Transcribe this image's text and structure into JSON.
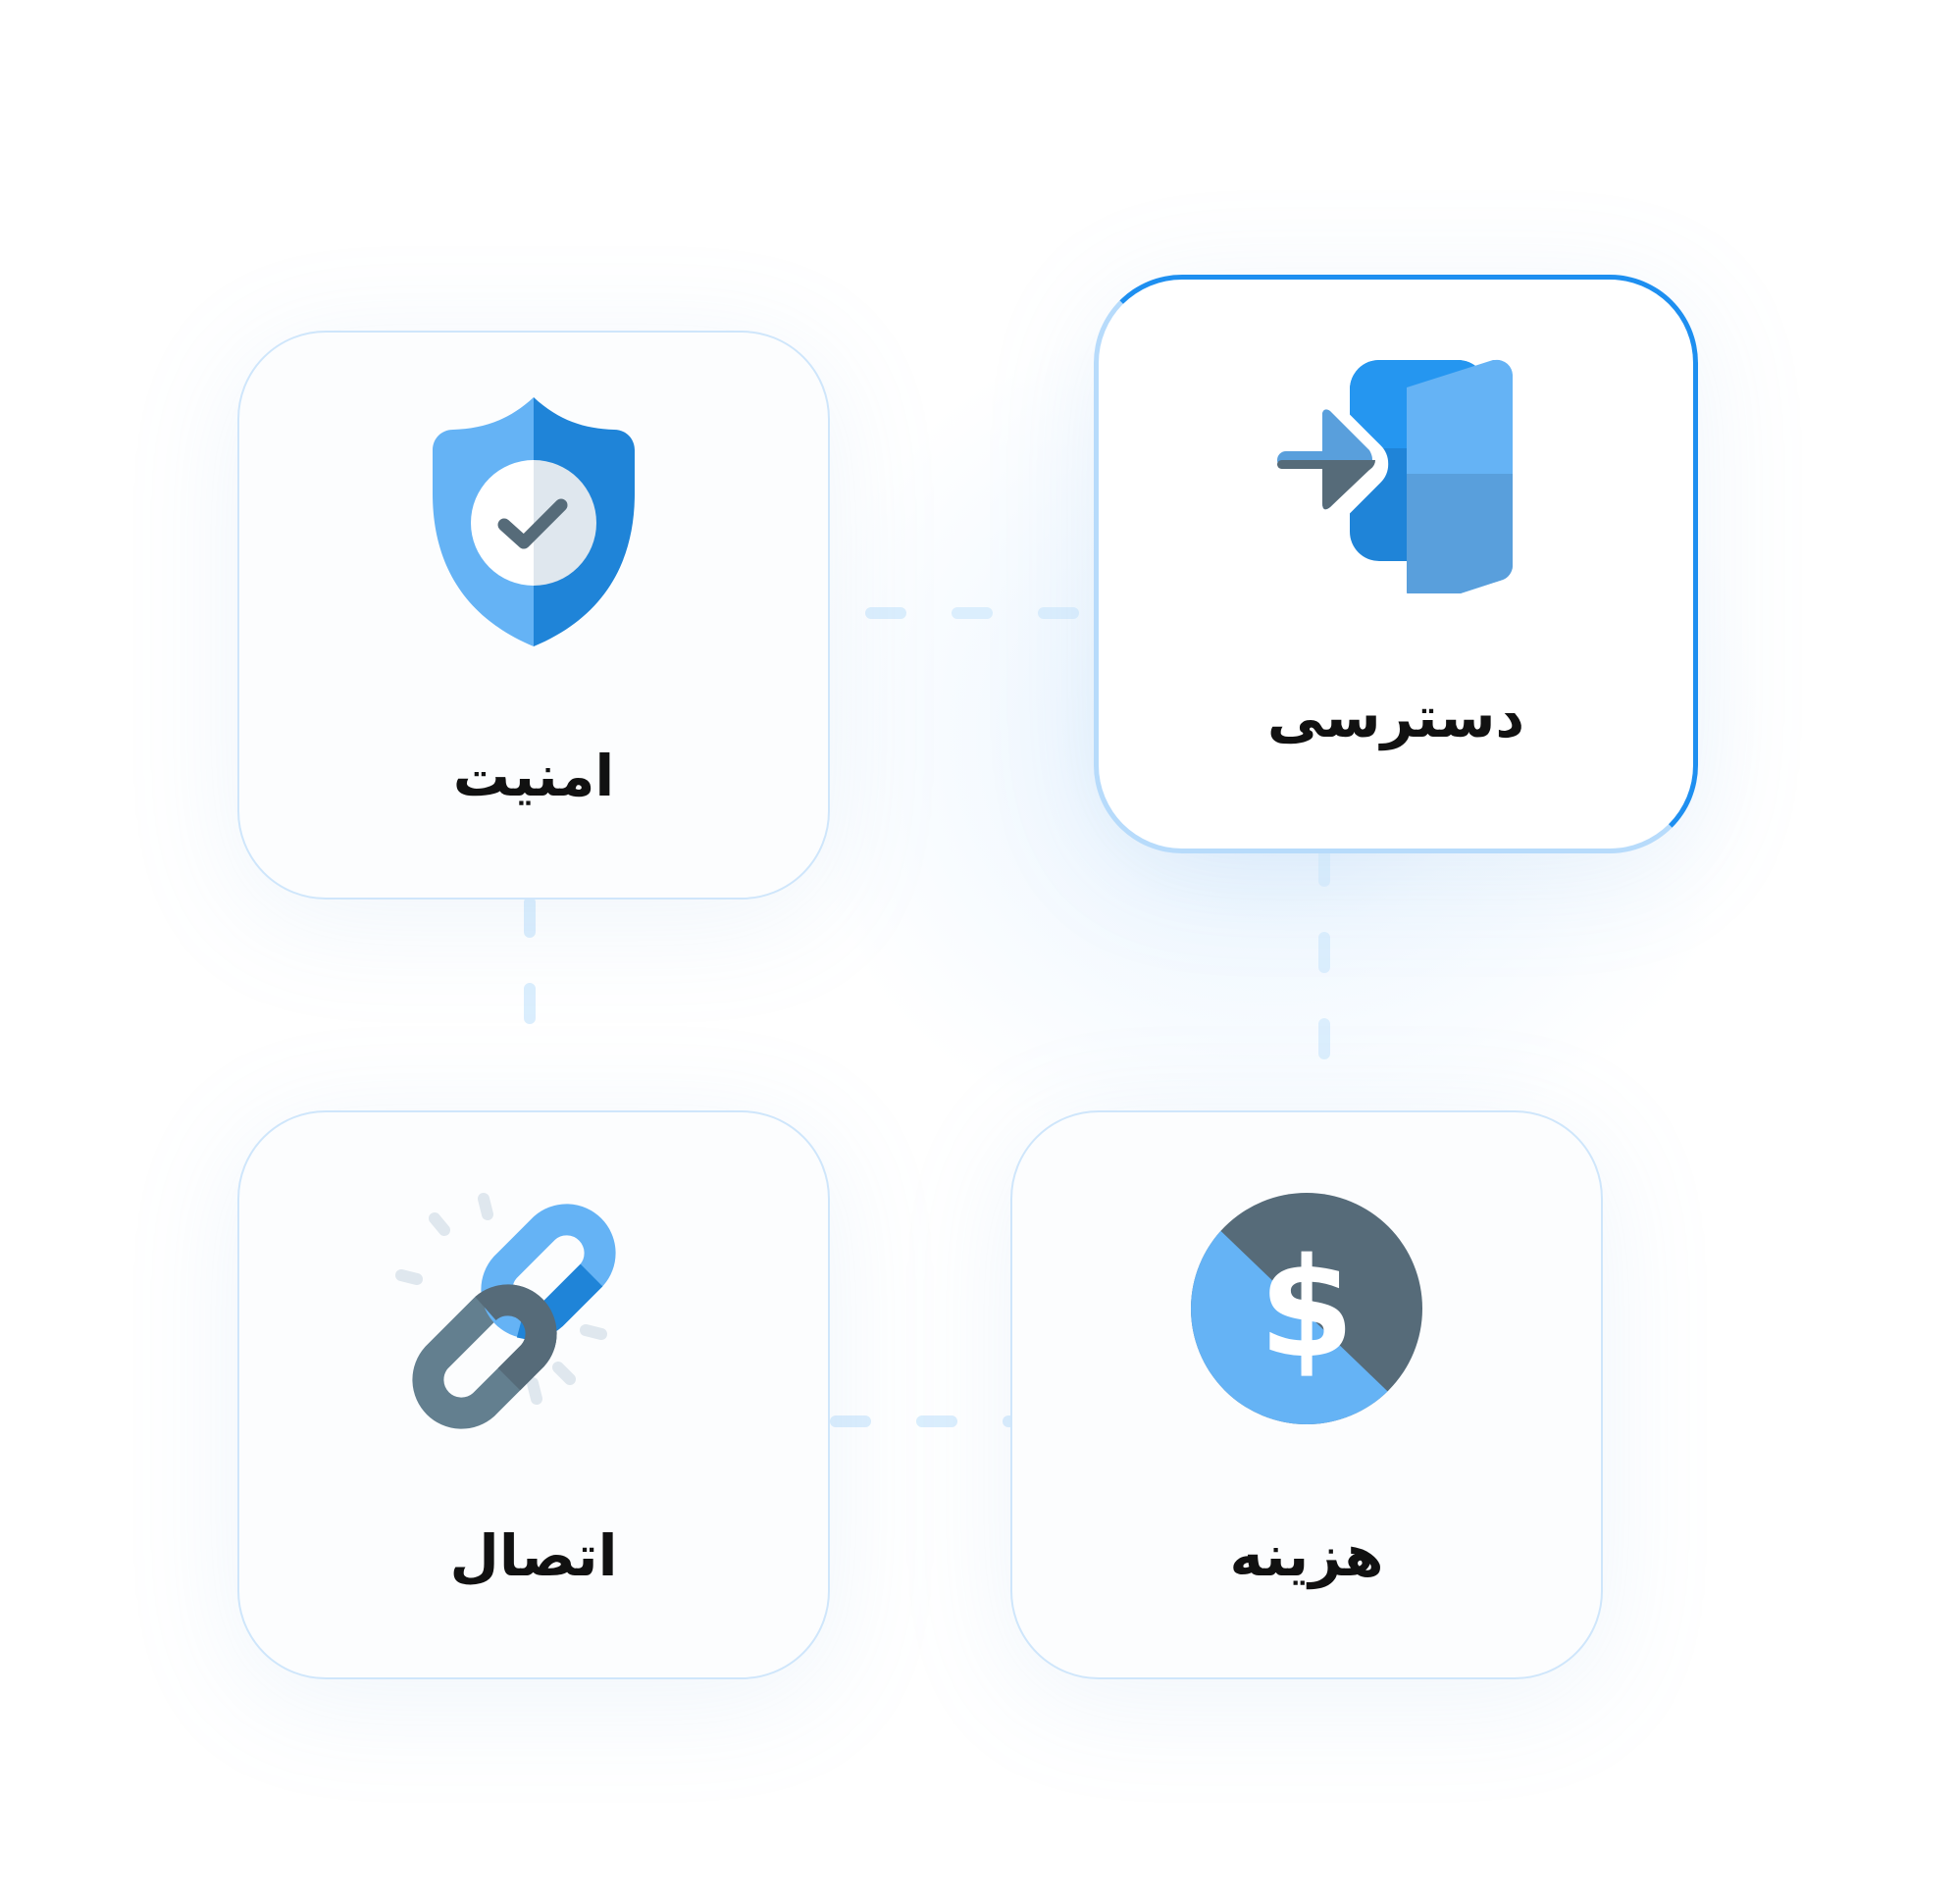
{
  "colors": {
    "accent": "#1e8ff0",
    "light_blue": "#65b3f5",
    "mid_blue": "#1f84d8",
    "slate": "#566b79",
    "connector": "#dbeefd",
    "card_border": "#cfe6fb"
  },
  "cards": [
    {
      "id": "security",
      "label": "امنیت",
      "icon": "shield-check-icon",
      "active": false
    },
    {
      "id": "access",
      "label": "دسترسی",
      "icon": "door-enter-icon",
      "active": true
    },
    {
      "id": "connection",
      "label": "اتصال",
      "icon": "link-chain-icon",
      "active": false
    },
    {
      "id": "cost",
      "label": "هزینه",
      "icon": "dollar-coin-icon",
      "active": false
    }
  ]
}
